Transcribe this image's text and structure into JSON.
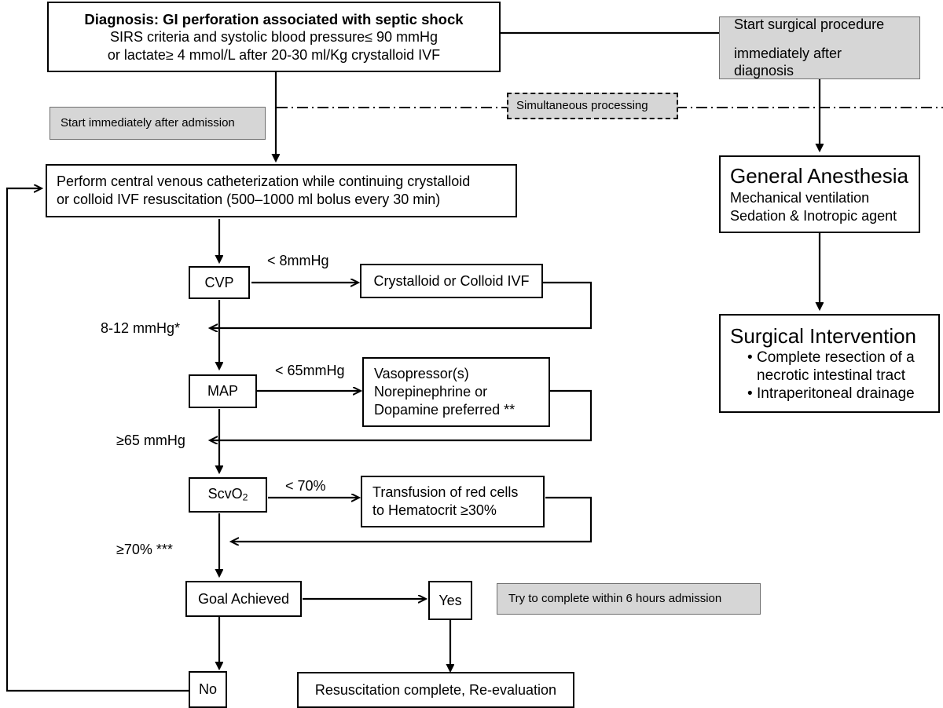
{
  "diagram": {
    "title": "Early goal-directed therapy and surgical pathway for GI perforation with septic shock",
    "type": "flowchart"
  },
  "nodes": {
    "diagnosis": {
      "title": "Diagnosis: GI perforation associated with septic shock",
      "line2": "SIRS criteria and systolic blood pressure≤ 90 mmHg",
      "line3": "or lactate≥ 4 mmol/L after 20-30 ml/Kg crystalloid IVF"
    },
    "start_surgical": {
      "line1": "Start surgical procedure",
      "line2": "immediately after diagnosis"
    },
    "start_admission": {
      "label": "Start immediately after admission"
    },
    "simultaneous": {
      "label": "Simultaneous processing"
    },
    "cvc": {
      "line1": "Perform central venous catheterization while continuing crystalloid",
      "line2": "or colloid IVF resuscitation (500–1000 ml bolus every 30 min)"
    },
    "cvp": {
      "label": "CVP"
    },
    "crystalloid": {
      "label": "Crystalloid or Colloid IVF"
    },
    "map": {
      "label": "MAP"
    },
    "vasopressor": {
      "line1": "Vasopressor(s)",
      "line2": "Norepinephrine or",
      "line3": "Dopamine preferred **"
    },
    "scvo2": {
      "label_pre": "ScvO",
      "label_sub": "2"
    },
    "transfusion": {
      "line1": "Transfusion of red cells",
      "line2": "to Hematocrit ≥30%"
    },
    "goal": {
      "label": "Goal Achieved"
    },
    "yes": {
      "label": "Yes"
    },
    "no": {
      "label": "No"
    },
    "resuscitation": {
      "label": "Resuscitation complete, Re-evaluation"
    },
    "try_complete": {
      "label": "Try to complete within 6 hours admission"
    },
    "anesthesia": {
      "title": "General Anesthesia",
      "line2": "Mechanical ventilation",
      "line3": "Sedation & Inotropic agent"
    },
    "surgery": {
      "title": "Surgical Intervention",
      "bullets": [
        "Complete resection of a",
        "necrotic intestinal tract",
        "Intraperitoneal drainage"
      ],
      "bullet1_line1": "Complete resection of a",
      "bullet1_line2": "necrotic intestinal tract",
      "bullet2_line1": "Intraperitoneal drainage"
    }
  },
  "edge_labels": {
    "cvp_low": "< 8mmHg",
    "cvp_target": "8-12 mmHg*",
    "map_low": "< 65mmHg",
    "map_target": "≥65 mmHg",
    "scvo2_low": "< 70%",
    "scvo2_target": "≥70% ***"
  },
  "colors": {
    "background": "#ffffff",
    "line": "#000000",
    "shaded_fill": "#d6d6d6",
    "shaded_border": "#6f6f6f",
    "text": "#000000"
  }
}
